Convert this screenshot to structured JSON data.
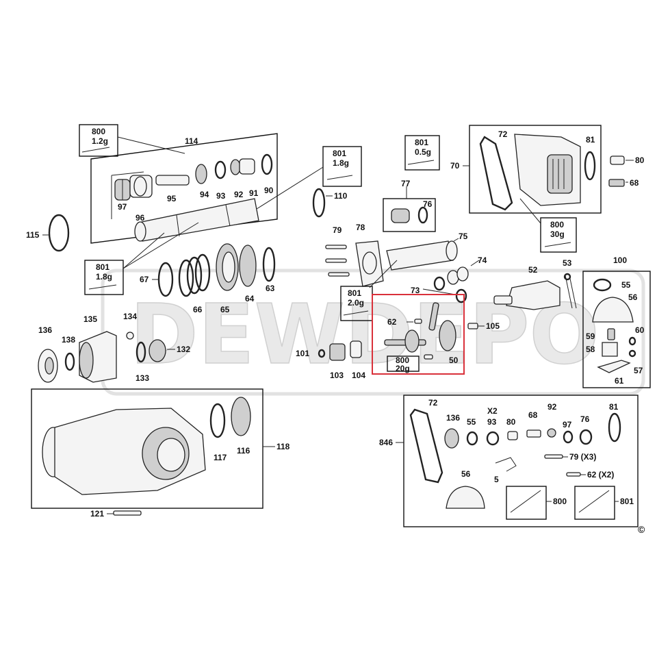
{
  "watermark": "DEWDEPO",
  "copyright": "©",
  "colors": {
    "highlight": "#d9303a",
    "ink": "#111111"
  },
  "grease_tags": {
    "g1": {
      "code": "800",
      "amount": "1.2g"
    },
    "g2": {
      "code": "801",
      "amount": "1.8g"
    },
    "g3": {
      "code": "801",
      "amount": "1.8g"
    },
    "g4": {
      "code": "801",
      "amount": "0.5g"
    },
    "g5": {
      "code": "800",
      "amount": "30g"
    },
    "g6": {
      "code": "801",
      "amount": "2.0g"
    },
    "g7": {
      "code": "800",
      "amount": "20g"
    }
  },
  "labels": {
    "p114": "114",
    "p97": "97",
    "p96": "96",
    "p95": "95",
    "p94": "94",
    "p93": "93",
    "p92": "92",
    "p91": "91",
    "p90": "90",
    "p110": "110",
    "p115": "115",
    "p67": "67",
    "p66": "66",
    "p65": "65",
    "p64": "64",
    "p63": "63",
    "p79": "79",
    "p78": "78",
    "p75": "75",
    "p74": "74",
    "p73": "73",
    "p77": "77",
    "p76": "76",
    "p70": "70",
    "p72": "72",
    "p81": "81",
    "p80": "80",
    "p68": "68",
    "p52": "52",
    "p53": "53",
    "p100": "100",
    "p55": "55",
    "p56": "56",
    "p59": "59",
    "p60": "60",
    "p58": "58",
    "p57": "57",
    "p61": "61",
    "p136": "136",
    "p135": "135",
    "p134": "134",
    "p138": "138",
    "p132": "132",
    "p133": "133",
    "p101": "101",
    "p103": "103",
    "p104": "104",
    "p62": "62",
    "p105": "105",
    "p50": "50",
    "p118": "118",
    "p117": "117",
    "p116": "116",
    "p121": "121",
    "p846": "846",
    "k72": "72",
    "k136": "136",
    "k55": "55",
    "kx2": "X2",
    "k93": "93",
    "k80": "80",
    "k68": "68",
    "k92": "92",
    "k97": "97",
    "k76": "76",
    "k81": "81",
    "k79": "79 (X3)",
    "k62": "62 (X2)",
    "k5": "5",
    "k56": "56",
    "k800": "800",
    "k801": "801"
  }
}
